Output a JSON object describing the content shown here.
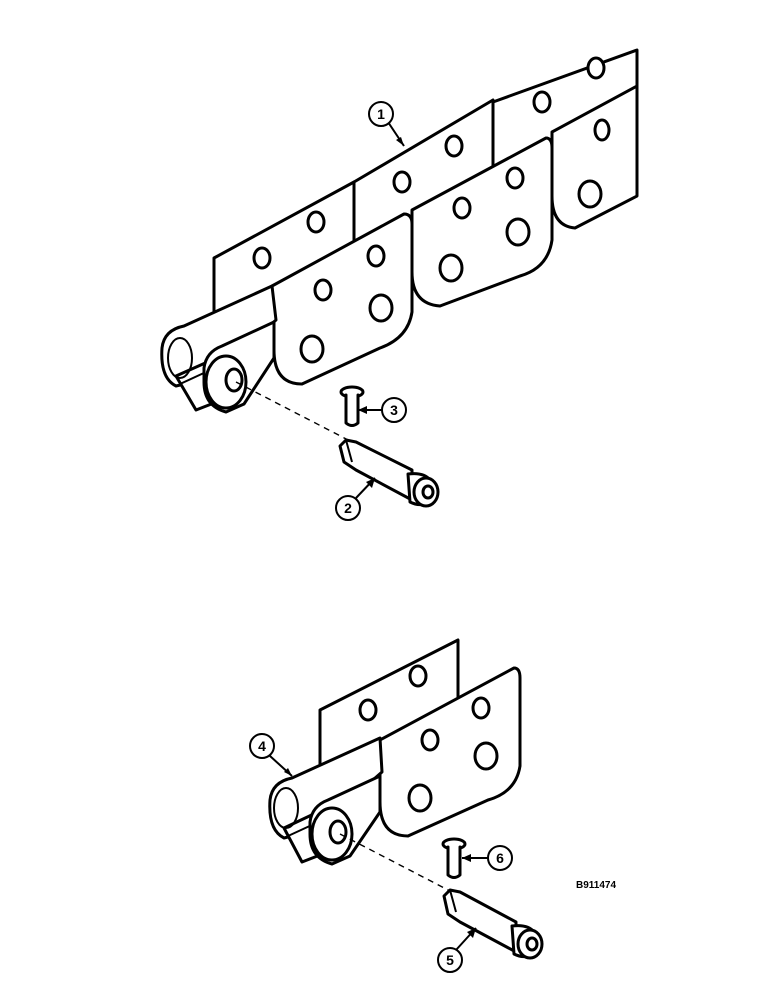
{
  "callouts": {
    "c1": "1",
    "c2": "2",
    "c3": "3",
    "c4": "4",
    "c5": "5",
    "c6": "6"
  },
  "figure_id": "B911474"
}
